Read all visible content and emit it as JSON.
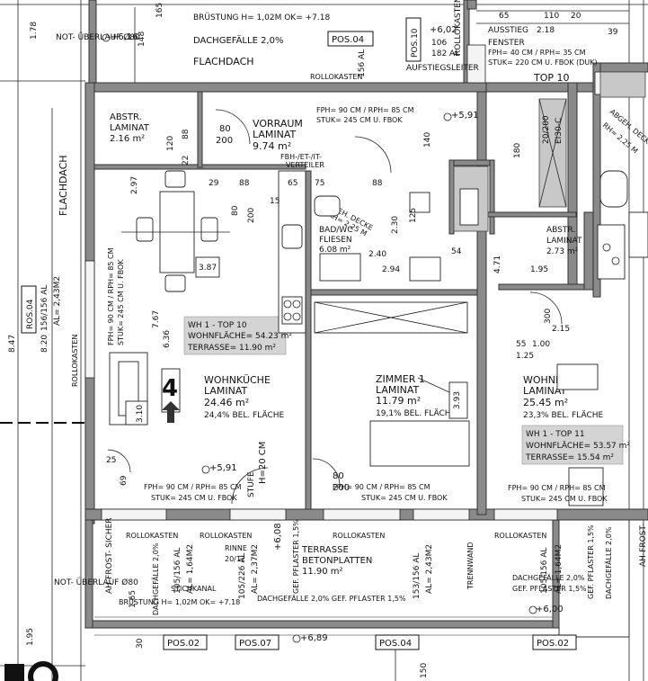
{
  "top": {
    "brustung": "BRÜSTUNG H= 1,02M OK= +7.18",
    "dachgefaelle": "DACHGEFÄLLE 2,0%",
    "flachdach": "FLACHDACH",
    "pos04": "POS.04",
    "pos10": "POS.10",
    "level_616": "+6,16",
    "level_602": "+6,02",
    "dim_165": "165",
    "dim_148": "148",
    "dim_106": "106",
    "dim_182al": "182 AL",
    "dim_156al": "156 AL",
    "rollokasten": "ROLLOKASTEN",
    "aufstiegsleiter": "AUFSTIEGSLEITER",
    "ausstieg": "AUSSTIEG",
    "dim_218": "2.18",
    "fenster": "FENSTER",
    "fph_window": "FPH= 40 CM / RPH= 35 CM",
    "stuk_window": "STUK= 220 CM U. FBOK (DUK)",
    "top10": "TOP 10",
    "dim_65": "65",
    "dim_110": "110",
    "dim_20": "20",
    "dim_39": "39"
  },
  "left": {
    "not_ueberlauf": "NOT- ÜBERLAUF Ø80",
    "dim_178": "1.78",
    "flachdach": "FLACHDACH",
    "ros04": "ROS.04",
    "al_156": "156/156 AL",
    "al_243": "AL= 2,43M2",
    "dim_847": "8.47",
    "dim_820": "8.20",
    "rollokasten": "ROLLOKASTEN",
    "not_ueberlauf2": "NOT- ÜBERLAUF Ø80",
    "dim_195": "1.95"
  },
  "rooms": {
    "abstr_left": {
      "name": "ABSTR.",
      "floor": "LAMINAT",
      "area": "2.16 m²"
    },
    "vorraum": {
      "name": "VORRAUM",
      "floor": "LAMINAT",
      "area": "9.74 m²"
    },
    "vorraum_door": "FPH= 90 CM / RPH= 85 CM",
    "vorraum_stuk": "STUK= 245 CM U. FBOK",
    "bad": {
      "name": "BAD/WC",
      "floor": "FLIESEN",
      "area": "6.08 m²"
    },
    "bad_ceiling": "ABGEH. DECKE",
    "bad_rh": "RH= 2,25 M",
    "wohnkueche_left": {
      "name": "WOHNKÜCHE",
      "floor": "LAMINAT",
      "area": "24.46 m²",
      "share": "24,4% BEL. FLÄCHE"
    },
    "zimmer": {
      "name": "ZIMMER 1",
      "floor": "LAMINAT",
      "area": "11.79 m²",
      "share": "19,1% BEL. FLÄCHE"
    },
    "wohnkueche_right": {
      "name": "WOHNKÜCHE",
      "floor": "LAMINAT",
      "area": "25.45 m²",
      "share": "23,3% BEL. FLÄCHE"
    },
    "abstr_right": {
      "name": "ABSTR.",
      "floor": "LAMINAT",
      "area": "2.73 m²"
    },
    "abgeh_right": "ABGEH. DECKE",
    "rh_right": "RH= 2,25 M"
  },
  "callouts": {
    "wh10": {
      "title": "WH 1 - TOP 10",
      "wohn": "WOHNFLÄCHE= 54.23 m²",
      "terrasse": "TERRASSE= 11.90 m²"
    },
    "wh11": {
      "title": "WH 1 - TOP 11",
      "wohn": "WOHNFLÄCHE= 53.57 m²",
      "terrasse": "TERRASSE= 15.54 m²"
    }
  },
  "interior": {
    "fbh_et": "FBH-/ET-/IT-",
    "verteiler": "VERTEILER",
    "level_591_top": "+5,91",
    "level_591_bot": "+5,91",
    "dim_120": "120",
    "dim_88": "88",
    "dim_80_200": "80",
    "dim_200": "200",
    "dim_22": "22",
    "dim_297": "2.97",
    "dim_29": "29",
    "dim_65b": "65",
    "dim_75": "75",
    "dim_15": "15",
    "dim_230": "2.30",
    "dim_240": "2.40",
    "dim_294": "2.94",
    "dim_767": "7.67",
    "dim_636": "6.36",
    "dim_387": "3.87",
    "dim_310": "3.10",
    "dim_25": "25",
    "dim_69": "69",
    "dim_393": "3.93",
    "dim_140": "140",
    "dim_125": "125",
    "dim_54": "54",
    "dim_180": "180",
    "dim_20_200": "20/200",
    "el_30_c": "EI30-C",
    "dim_195b": "1.95",
    "dim_471": "4.71",
    "dim_300": "300",
    "dim_215": "2.15",
    "dim_55": "55",
    "dim_100": "1.00",
    "dim_125b": "1.25",
    "window_left": "FPH= 90 CM / RPH= 85 CM",
    "window_left_stuk": "STUK= 245 CM U. FBOK",
    "door_mid": "FPH= 90 CM / RPH= 85 CM",
    "door_mid_stuk": "STUK= 245 CM U. FBOK",
    "door_right": "FPH= 90 CM / RPH= 85 CM",
    "door_right_stuk": "STUK= 245 CM U. FBOK",
    "door_bottom_left": "FPH= 90 CM / RPH= 85 CM",
    "door_bottom_left_stuk": "STUK= 245 CM U. FBOK",
    "stufe": "STUFE",
    "stufe_h": "H=20 CM",
    "step_number": "4",
    "dim_80_zimmer": "80",
    "dim_200_zimmer": "200"
  },
  "bottom": {
    "rollokasten_a": "ROLLOKASTEN",
    "rollokasten_b": "ROLLOKASTEN",
    "rollokasten_c": "ROLLOKASTEN",
    "rollokasten_d": "ROLLOKASTEN",
    "ah_frost_left": "AH-FROST- SICHER",
    "dim_165": "1.65",
    "dachgefaelle_left": "DACHGEFÄLLE 2,0%",
    "al_105_156": "105/156 AL",
    "al_164": "AL= 1,64M2",
    "rinne": "RINNE",
    "rinne_dim": "20/12",
    "al_105_226": "105/226 AL",
    "al_237": "AL= 2,37M2",
    "level_608": "+6,08",
    "gef_pflaster": "GEF. PFLASTER 1,5%",
    "terrasse": "TERRASSE",
    "betonplatten": "BETONPLATTEN",
    "terrasse_area": "11.90 m²",
    "al_153_156": "153/156 AL",
    "al_243": "AL= 2,43M2",
    "trennwand": "TRENNWAND",
    "dachgefaelle_right": "DACHGEFÄLLE 2,0%",
    "gef_pflaster_right": "GEF. PFLASTER 1,5%",
    "al_105_156_r": "105/156 AL",
    "al_164_r": "AL= 1,64M2",
    "gef_pflaster_r2": "GEF. PFLASTER 1,5%",
    "dachgefaelle_r2": "DACHGEFÄLLE 2,0%",
    "ah_frost_right": "AH-FROST-",
    "stichkanal": "STICHKANAL",
    "brustung": "BRÜSTUNG H= 1,02M OK= +7.18",
    "dachgefaelle_strip": "DACHGEFÄLLE 2,0% GEF. PFLASTER 1,5%",
    "level_600": "+6,00",
    "level_689": "+6,89",
    "dim_30": "30",
    "dim_150": "150",
    "pos02_a": "POS.02",
    "pos07": "POS.07",
    "pos04": "POS.04",
    "pos02_b": "POS.02"
  }
}
